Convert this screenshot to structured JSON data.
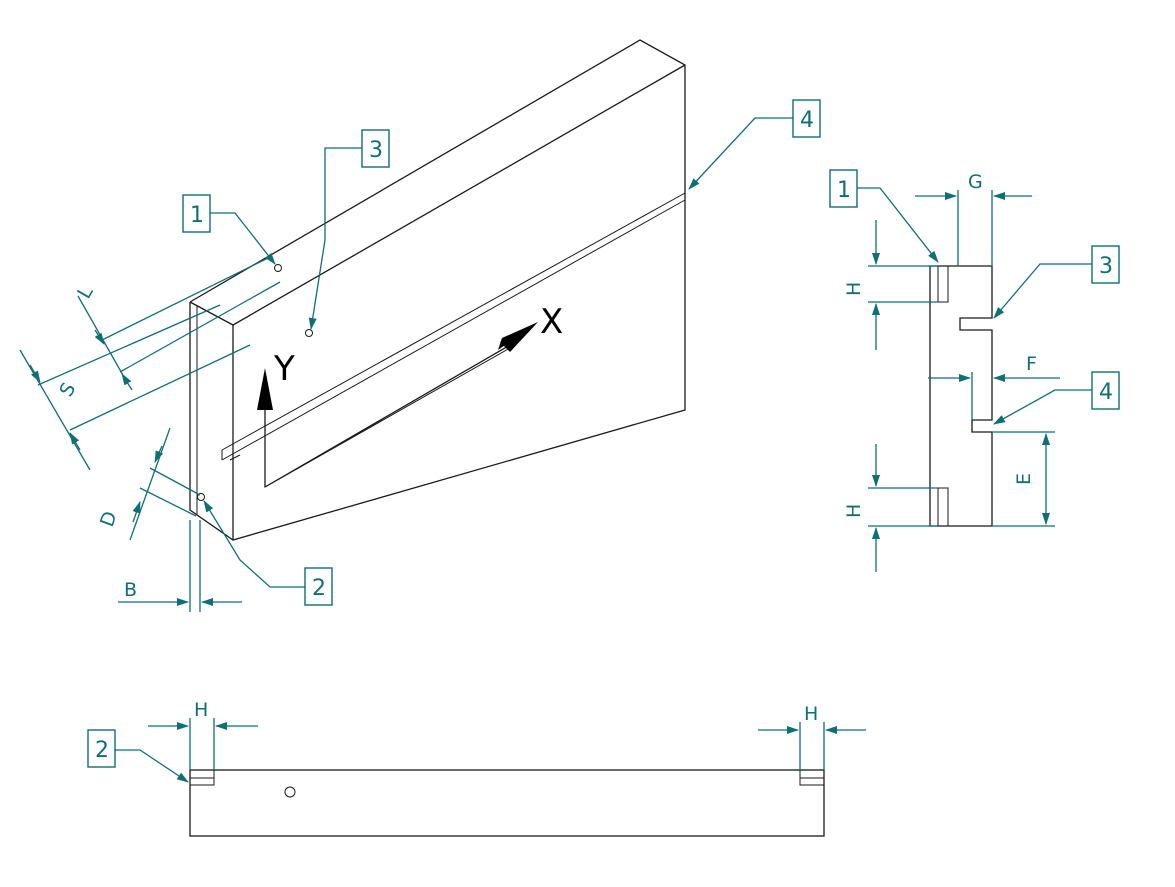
{
  "colors": {
    "annotation": "#0f6f73",
    "outline": "#1a1a1a"
  },
  "axes": {
    "x": "X",
    "y": "Y"
  },
  "callouts": {
    "iso_1": "1",
    "iso_2": "2",
    "iso_3": "3",
    "iso_4": "4",
    "side_1": "1",
    "side_3": "3",
    "side_4": "4",
    "bottom_2": "2"
  },
  "dimensions": {
    "iso_L": "L",
    "iso_S": "S",
    "iso_D": "D",
    "iso_B": "B",
    "side_G": "G",
    "side_H_top": "H",
    "side_F": "F",
    "side_E": "E",
    "side_H_bottom": "H",
    "bottom_H_left": "H",
    "bottom_H_right": "H"
  }
}
